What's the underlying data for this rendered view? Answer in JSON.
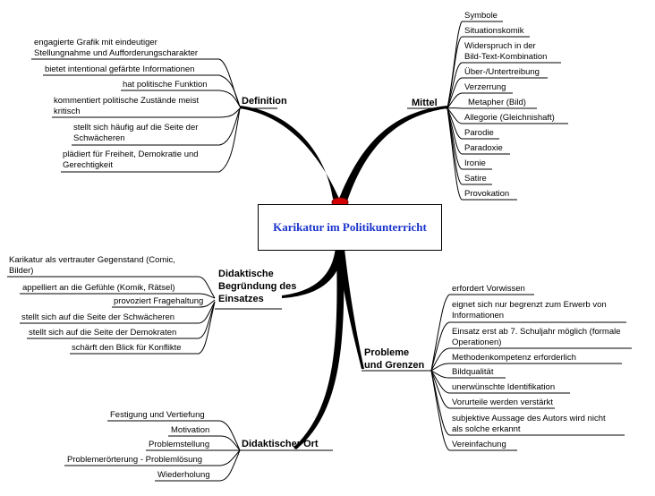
{
  "central_topic": "Karikatur im Politikunterricht",
  "branches": {
    "definition": {
      "title": "Definition",
      "items": [
        "engagierte Grafik mit eindeutiger\nStellungnahme und Aufforderungscharakter",
        "bietet intentional gefärbte Informationen",
        "hat politische Funktion",
        "kommentiert politische Zustände meist\nkritisch",
        "stellt sich häufig auf die Seite der\nSchwächeren",
        "plädiert für Freiheit, Demokratie und\nGerechtigkeit"
      ]
    },
    "mittel": {
      "title": "Mittel",
      "items": [
        "Symbole",
        "Situationskomik",
        "Widerspruch in der\nBild-Text-Kombination",
        "Über-/Untertreibung",
        "Verzerrung",
        "Metapher (Bild)",
        "Allegorie (Gleichnishaft)",
        "Parodie",
        "Paradoxie",
        "Ironie",
        "Satire",
        "Provokation"
      ]
    },
    "didaktische_begruendung": {
      "title": "Didaktische\nBegründung des\nEinsatzes",
      "items": [
        "Karikatur als vertrauter Gegenstand (Comic,\nBilder)",
        "appelliert an die Gefühle (Komik, Rätsel)",
        "provoziert Fragehaltung",
        "stellt sich auf die Seite der Schwächeren",
        "stellt sich auf die Seite der Demokraten",
        "schärft den Blick für Konflikte"
      ]
    },
    "probleme": {
      "title": "Probleme\nund Grenzen",
      "items": [
        "erfordert Vorwissen",
        "eignet sich nur begrenzt zum Erwerb von\nInformationen",
        "Einsatz erst ab 7. Schuljahr möglich (formale\nOperationen)",
        "Methodenkompetenz erforderlich",
        "Bildqualität",
        "unerwünschte Identifikation",
        "Vorurteile werden verstärkt",
        "subjektive Aussage des Autors wird nicht\nals solche erkannt",
        "Vereinfachung"
      ]
    },
    "didaktischer_ort": {
      "title": "Didaktischer Ort",
      "items": [
        "Festigung und Vertiefung",
        "Motivation",
        "Problemstellung",
        "Problemerörterung - Problemlösung",
        "Wiederholung"
      ]
    }
  },
  "colors": {
    "central_text": "#1a33cc",
    "hub": "#d40000",
    "lines": "#000000"
  }
}
